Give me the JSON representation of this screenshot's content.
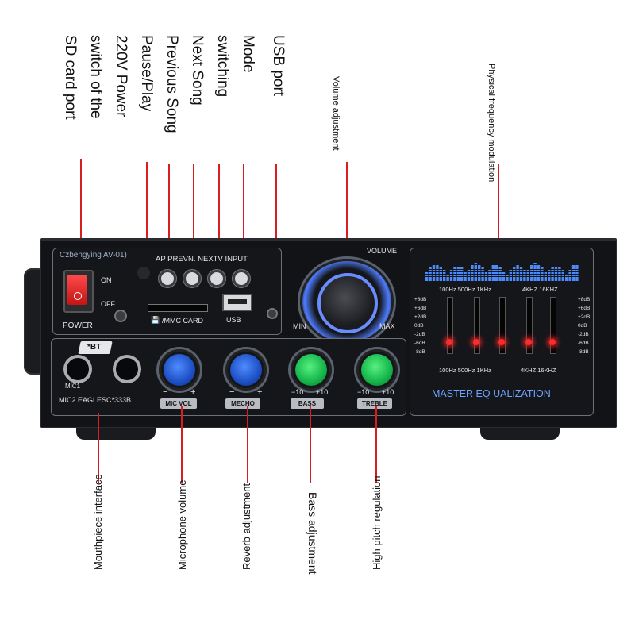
{
  "annotations": {
    "sd_card": "SD card port",
    "switch_of_the": "switch of the",
    "power_220v": "220V Power",
    "pause_play": "Pause/Play",
    "previous_song": "Previous Song",
    "next_song": "Next Song",
    "switching": "switching",
    "mode": "Mode",
    "usb_port": "USB port",
    "volume_adjustment": "Volume adjustment",
    "physical_freq": "Physical frequency modulation",
    "mouthpiece": "Mouthpiece interface",
    "mic_volume": "Microphone volume",
    "reverb": "Reverb adjustment",
    "bass_adj": "Bass adjustment",
    "high_pitch": "High pitch regulation"
  },
  "device": {
    "model_label": "Czbengying AV-01)",
    "on": "ON",
    "off": "OFF",
    "power": "POWER",
    "mp3_buttons": "AP PREVN. NEXTV INPUT",
    "sd_label": "/MMC CARD",
    "usb_label": "USB",
    "volume": "VOLUME",
    "min": "MIN",
    "max": "MAX",
    "bt": "*BT",
    "mic1": "MIC1",
    "mic2_model": "MIC2 EAGLESC*333B",
    "mic_vol": "MIC VOL",
    "mecho": "MECHO",
    "bass": "BASS",
    "treble": "TREBLE",
    "minus": "−",
    "plus": "+",
    "minus10": "−10",
    "plus10": "+10",
    "eq_top_freqs_left": "100Hz 500Hz 1KHz",
    "eq_top_freqs_right": "4KHZ 16KHZ",
    "eq_bottom_freqs_left": "100Hz 500Hz 1KHz",
    "eq_bottom_freqs_right": "4KHZ 16KHZ",
    "db_scale": [
      "+8dB",
      "+6dB",
      "+2dB",
      "0dB",
      "-2dB",
      "-6dB",
      "-8dB"
    ],
    "master_eq": "MASTER EQ UALIZATION"
  },
  "colors": {
    "leader": "#d81e1e",
    "eq_display": "#4a8cff",
    "knob_blue": "#2a63e0",
    "knob_green": "#1fc456",
    "power_switch": "#e32222"
  }
}
